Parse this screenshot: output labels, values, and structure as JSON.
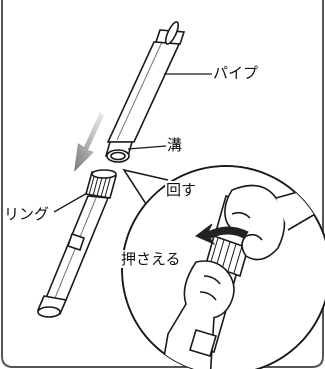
{
  "labels": {
    "pipe": "パイプ",
    "groove": "溝",
    "ring": "リング",
    "turn": "回す",
    "hold": "押さえる"
  },
  "colors": {
    "line": "#1a1a1a",
    "arrow_gradient_dark": "#8a8a8a",
    "arrow_gradient_light": "#e6e6e6",
    "background": "#ffffff",
    "frame": "#555555"
  },
  "icons": {
    "direction_arrow": "down-left-arrow-icon",
    "rotate_arrow": "curved-rotate-arrow-icon"
  }
}
